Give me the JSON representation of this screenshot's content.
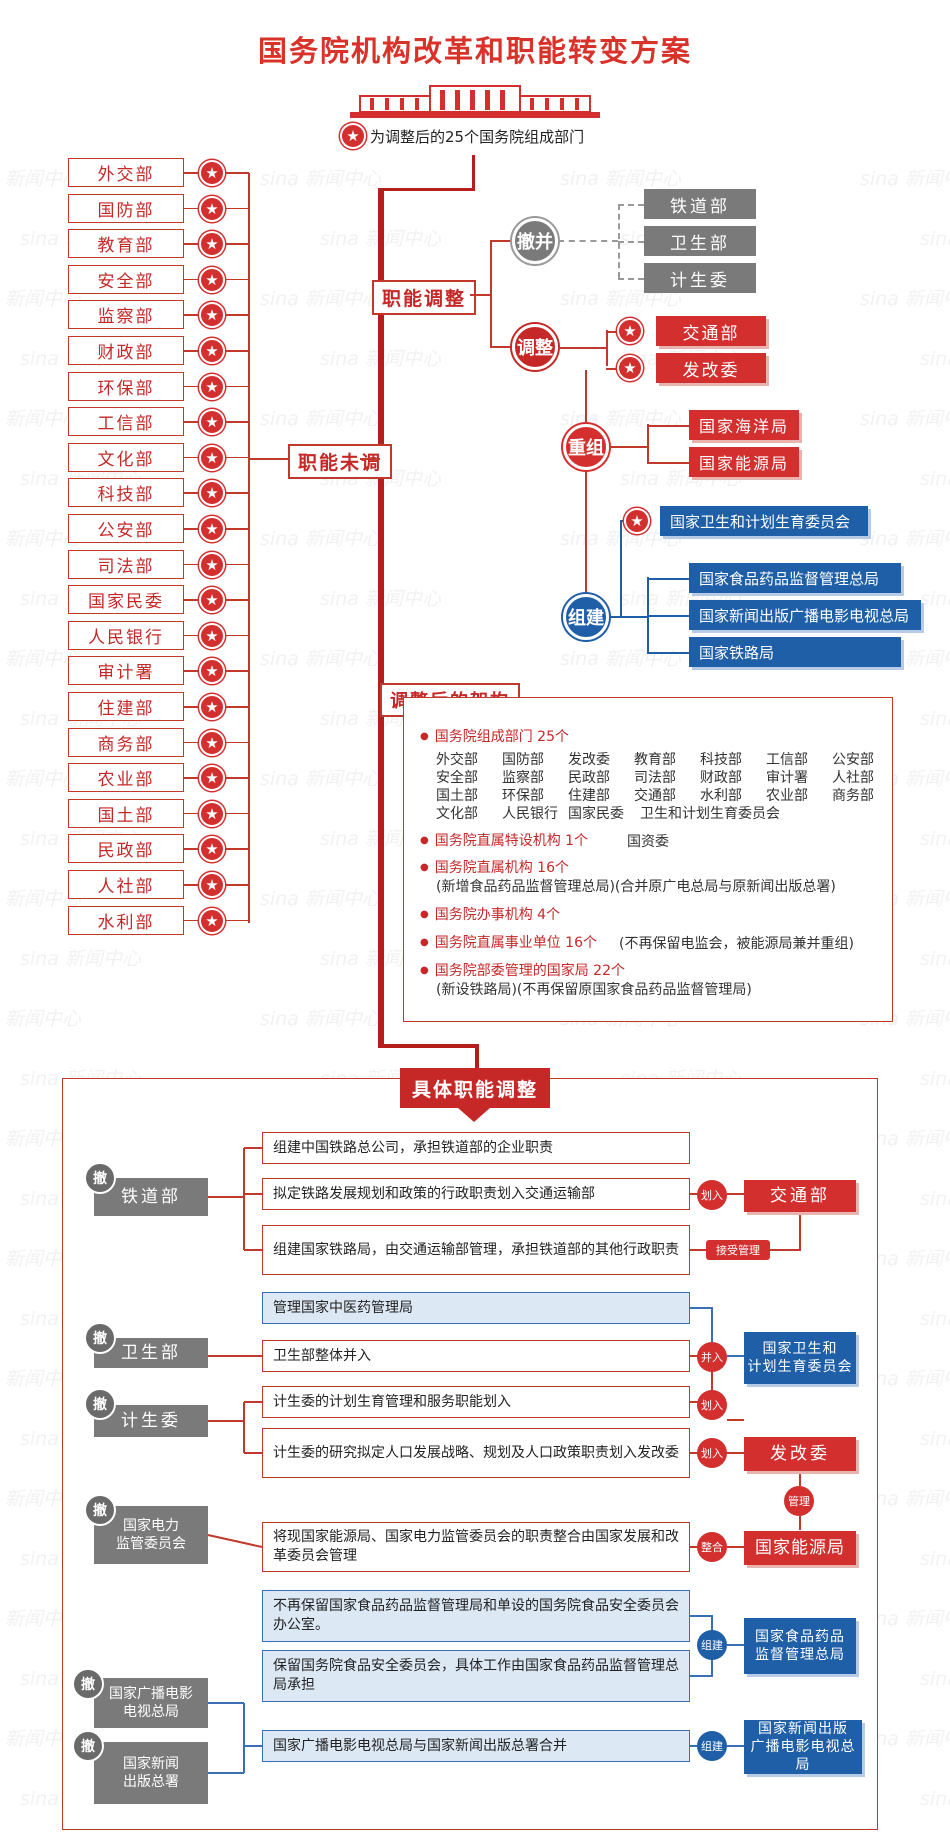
{
  "title": "国务院机构改革和职能转变方案",
  "subtitle": "为调整后的25个国务院组成部门",
  "watermark": "新闻中心",
  "colors": {
    "red": "#d32f2f",
    "dark_red": "#b51e1b",
    "blue": "#1f5fa8",
    "grey": "#7a7a7a"
  },
  "left_depts": [
    "外交部",
    "国防部",
    "教育部",
    "安全部",
    "监察部",
    "财政部",
    "环保部",
    "工信部",
    "文化部",
    "科技部",
    "公安部",
    "司法部",
    "国家民委",
    "人民银行",
    "审计署",
    "住建部",
    "商务部",
    "农业部",
    "国土部",
    "民政部",
    "人社部",
    "水利部"
  ],
  "labels": {
    "unchanged": "职能未调",
    "adjust": "职能调整",
    "after": "调整后的架构",
    "specific": "具体职能调整"
  },
  "merge": {
    "label": "撤并",
    "items": [
      "铁道部",
      "卫生部",
      "计生委"
    ]
  },
  "tiaozheng": {
    "label": "调整",
    "items": [
      "交通部",
      "发改委"
    ]
  },
  "chongzu": {
    "label": "重组",
    "items": [
      "国家海洋局",
      "国家能源局"
    ]
  },
  "zujian": {
    "label": "组建",
    "items": [
      "国家卫生和计划生育委员会",
      "国家食品药品监督管理总局",
      "国家新闻出版广播电影电视总局",
      "国家铁路局"
    ]
  },
  "structure": {
    "b1": "国务院组成部门 25个",
    "depts_rows": [
      [
        "外交部",
        "国防部",
        "发改委",
        "教育部",
        "科技部",
        "工信部",
        "公安部"
      ],
      [
        "安全部",
        "监察部",
        "民政部",
        "司法部",
        "财政部",
        "审计署",
        "人社部"
      ],
      [
        "国土部",
        "环保部",
        "住建部",
        "交通部",
        "水利部",
        "农业部",
        "商务部"
      ],
      [
        "文化部",
        "人民银行",
        "国家民委",
        "卫生和计划生育委员会"
      ]
    ],
    "b2": "国务院直属特设机构 1个",
    "b2_note": "国资委",
    "b3": "国务院直属机构 16个",
    "b3_note": "(新增食品药品监督管理总局)(合并原广电总局与原新闻出版总署)",
    "b4": "国务院办事机构 4个",
    "b5": "国务院直属事业单位 16个",
    "b5_note": "(不再保留电监会，被能源局兼并重组)",
    "b6": "国务院部委管理的国家局 22个",
    "b6_note": "(新设铁路局)(不再保留原国家食品药品监督管理局)"
  },
  "detail": {
    "che": "撤",
    "sources": [
      "铁道部",
      "卫生部",
      "计生委",
      "国家电力\n监管委员会",
      "国家广播电影\n电视总局",
      "国家新闻\n出版总署"
    ],
    "rows": [
      "组建中国铁路总公司，承担铁道部的企业职责",
      "拟定铁路发展规划和政策的行政职责划入交通运输部",
      "组建国家铁路局，由交通运输部管理，承担铁道部的其他行政职责",
      "管理国家中医药管理局",
      "卫生部整体并入",
      "计生委的计划生育管理和服务职能划入",
      "计生委的研究拟定人口发展战略、规划及人口政策职责划入发改委",
      "将现国家能源局、国家电力监管委员会的职责整合由国家发展和改革委员会管理",
      "不再保留国家食品药品监督管理局和单设的国务院食品安全委员会办公室。",
      "保留国务院食品安全委员会，具体工作由国家食品药品监督管理总局承担",
      "国家广播电影电视总局与国家新闻出版总署合并"
    ],
    "actions": [
      "划入",
      "接受管理",
      "并入",
      "划入",
      "划入",
      "管理",
      "整合",
      "组建",
      "组建"
    ],
    "targets": [
      "交通部",
      "国家卫生和\n计划生育委员会",
      "发改委",
      "国家能源局",
      "国家食品药品\n监督管理总局",
      "国家新闻出版\n广播电影电视总局"
    ]
  }
}
